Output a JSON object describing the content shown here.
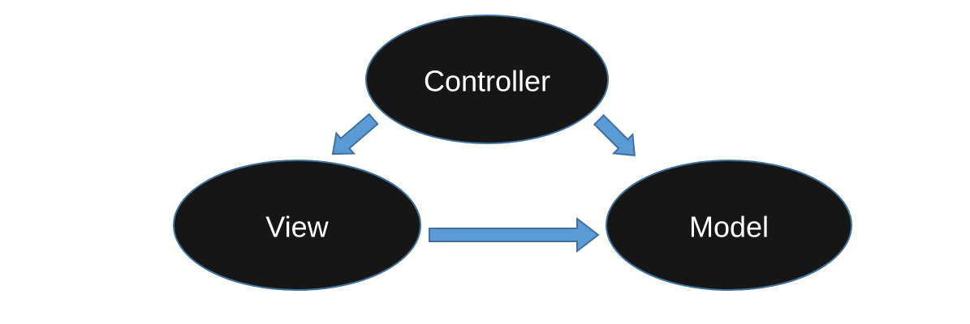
{
  "diagram": {
    "type": "mvc-pattern-diagram",
    "nodes": [
      {
        "id": "controller",
        "label": "Controller"
      },
      {
        "id": "view",
        "label": "View"
      },
      {
        "id": "model",
        "label": "Model"
      }
    ],
    "arrows": [
      {
        "id": "controller-to-view",
        "from": "Controller",
        "to": "View"
      },
      {
        "id": "controller-to-model",
        "from": "Controller",
        "to": "Model"
      },
      {
        "id": "view-to-model",
        "from": "View",
        "to": "Model"
      }
    ]
  },
  "colors": {
    "background": "#FFFFFF",
    "node_fill": "#161616",
    "node_stroke": "#41719C",
    "arrow_fill": "#5B9BD5",
    "arrow_stroke": "#41719C",
    "label_text": "#FFFFFF"
  }
}
